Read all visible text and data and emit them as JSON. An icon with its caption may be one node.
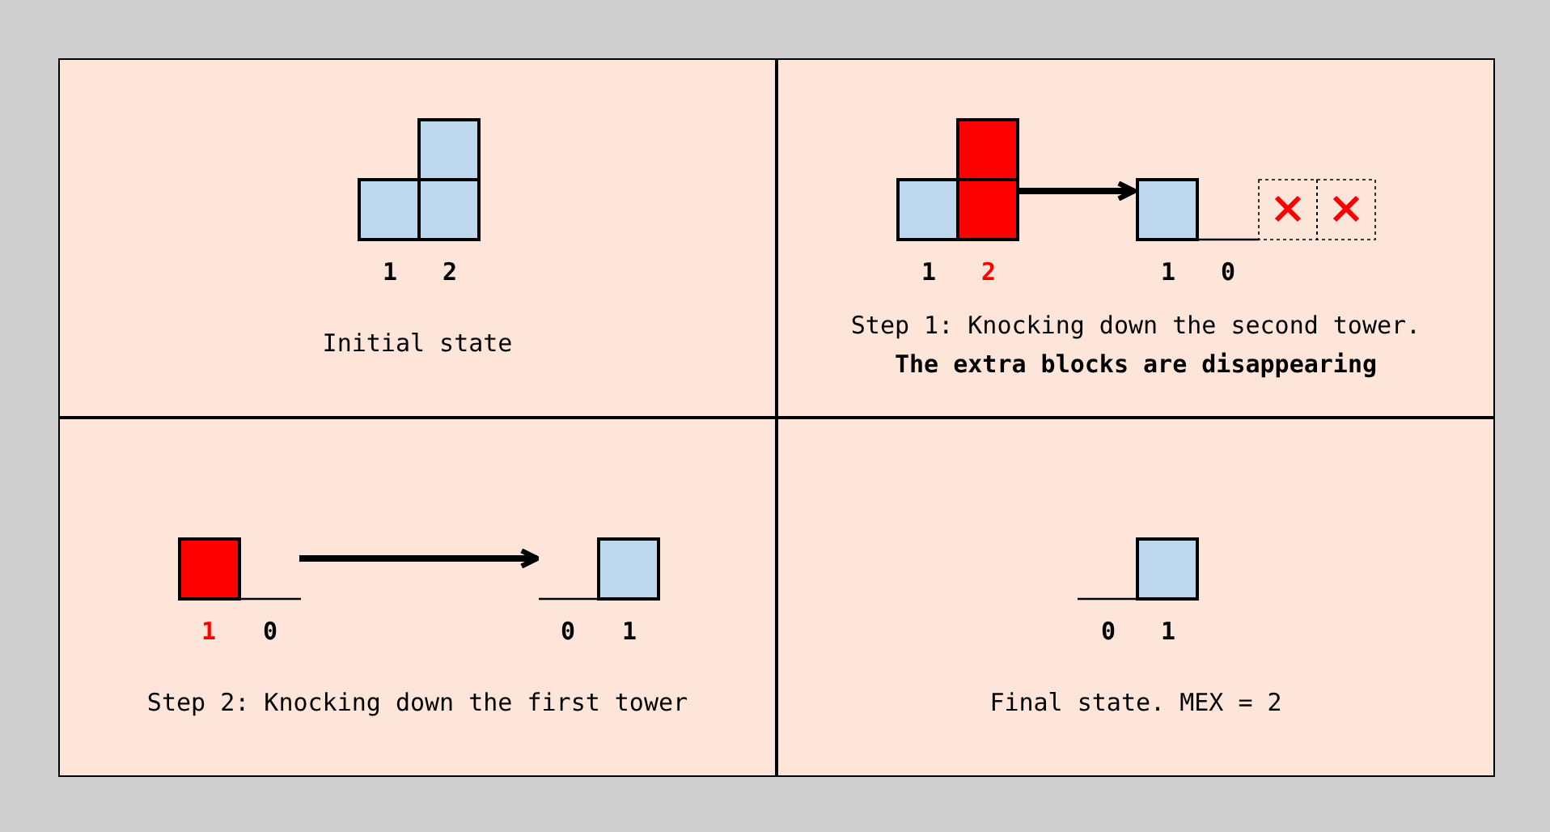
{
  "diagram": {
    "nodes": [
      {
        "text": [
          "Initial state"
        ]
      },
      {
        "text": [],
        "shape": "box",
        "in": 0,
        "beside": [
          "1",
          "2"
        ]
      },
      {
        "text": [
          "Step 1: Knocking down the second tower.",
          "The extra blocks are disappearing"
        ]
      },
      {
        "text": [],
        "shape": "box",
        "in": 2,
        "beside": [
          "1",
          "2"
        ]
      },
      {
        "text": [],
        "shape": "box",
        "in": 2,
        "beside": [
          "1",
          "0"
        ]
      },
      {
        "text": [
          "Step 2: Knocking down the first tower"
        ]
      },
      {
        "text": [],
        "shape": "box",
        "in": 5,
        "beside": [
          "1",
          "0"
        ]
      },
      {
        "text": [],
        "shape": "box",
        "in": 5,
        "beside": [
          "0",
          "1"
        ]
      },
      {
        "text": [
          "Final state. MEX = 2"
        ]
      },
      {
        "text": [],
        "shape": "box",
        "in": 8,
        "beside": [
          "0",
          "1"
        ]
      }
    ],
    "edges": [
      {
        "from": 3,
        "to": 4,
        "arrow": "to"
      },
      {
        "from": 6,
        "to": 7,
        "arrow": "to"
      }
    ]
  }
}
